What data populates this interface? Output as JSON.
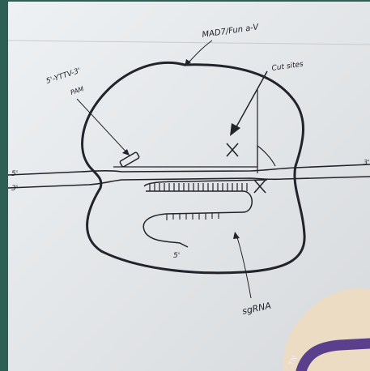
{
  "diagram": {
    "label_enzyme": "MAD7/Fun a-V",
    "label_pam_seq": "5'-YTTV-3'",
    "label_pam": "PAM",
    "label_cut_sites": "Cut sites",
    "label_top_5": "5'",
    "label_bottom_3": "3'",
    "label_right_3": "3'",
    "label_guide_5": "5'",
    "label_sgrna": "sgRNA"
  },
  "colors": {
    "paper": "#e7eaec",
    "ink": "#23232c",
    "mat_green": "#2e5f55",
    "cream": "#ecdcc4",
    "purple": "#5a3f8c"
  },
  "stamp_text": "TN"
}
